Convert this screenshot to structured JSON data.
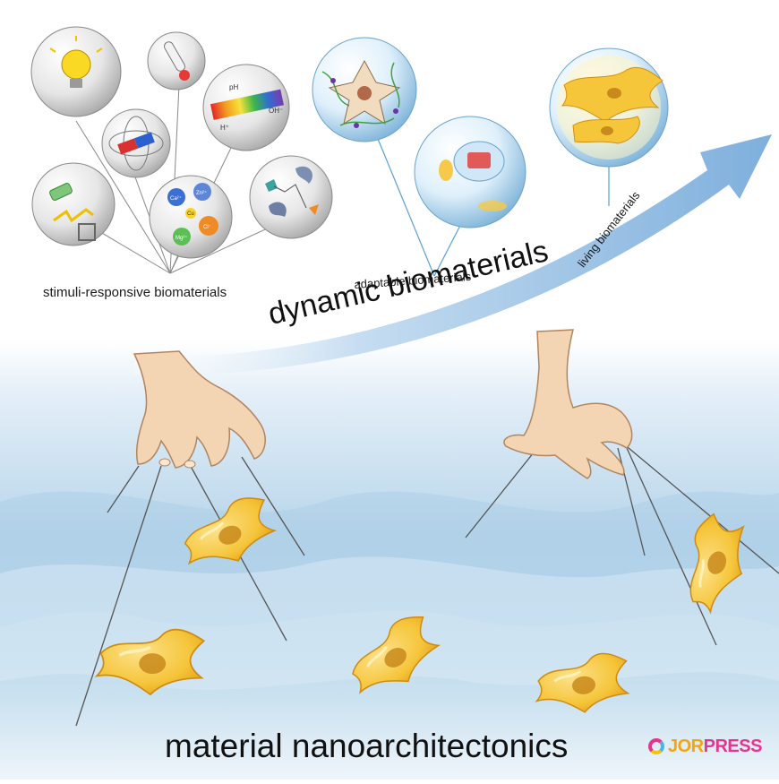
{
  "labels": {
    "stimuli": "stimuli-responsive biomaterials",
    "adaptable": "adaptable biomaterials",
    "living": "living biomaterials",
    "dynamic": "dynamic biomaterials",
    "bottom": "material nanoarchitectonics"
  },
  "bubble_text": {
    "ph": "pH",
    "h_plus": "H⁺",
    "oh_minus": "OH⁻",
    "ion_ca": "Ca²⁺",
    "ion_mg": "Mg²⁺",
    "ion_cu": "Cu",
    "ion_zn": "Zn²⁺",
    "ion_cl": "Cl⁻"
  },
  "logo": {
    "part1": "JOR",
    "part2": "PRESS"
  },
  "colors": {
    "arrow": "#8db7df",
    "water": "#b9d7ea",
    "cell_fill": "#f5c53a",
    "cell_edge": "#d88e0e",
    "nucleus": "#c98a1c",
    "hand": "#f3d4b3"
  }
}
